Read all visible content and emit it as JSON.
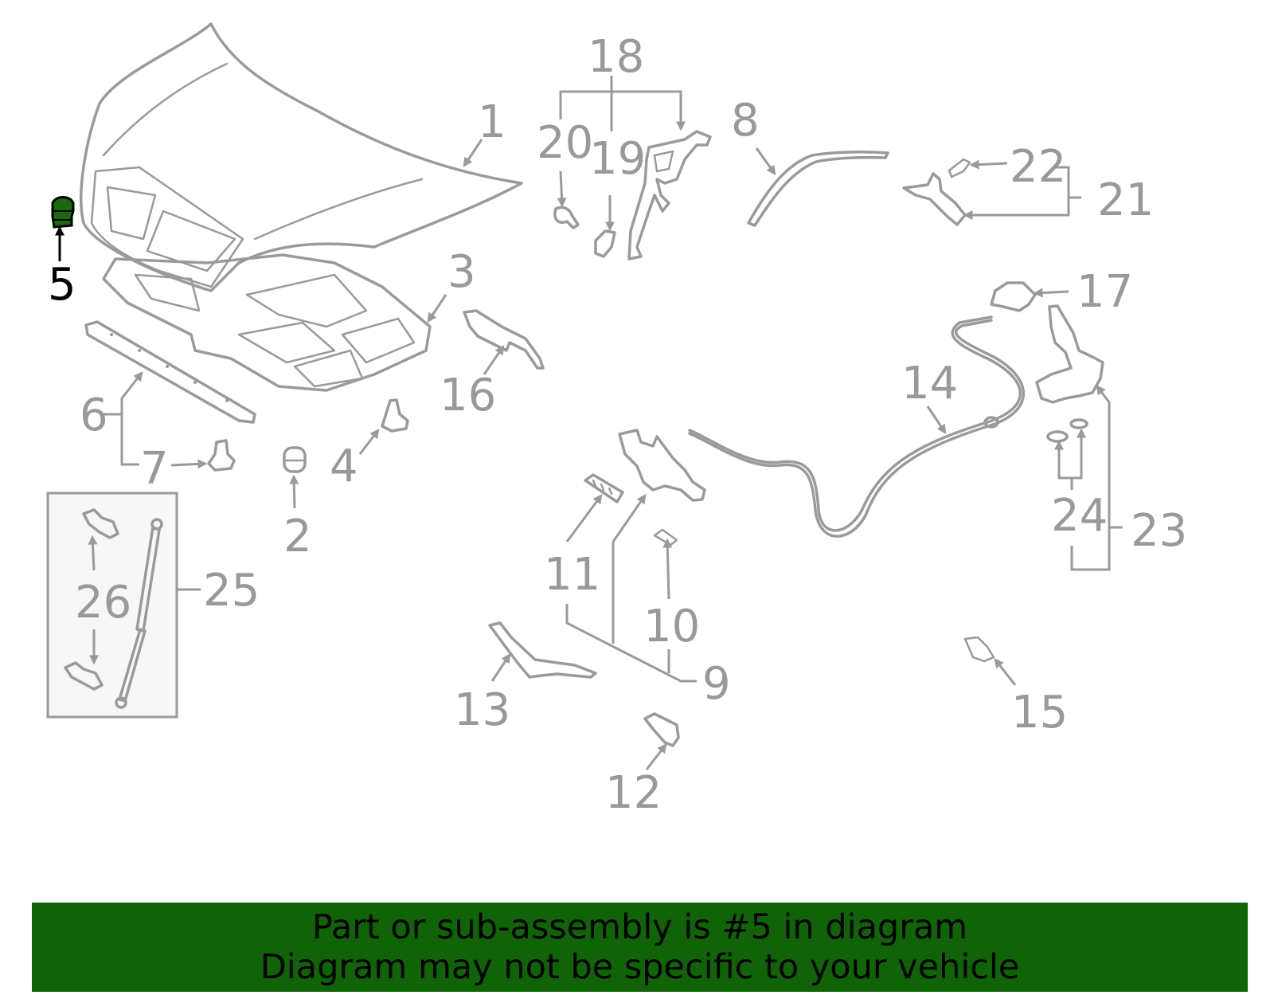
{
  "highlighted_part": "5",
  "callouts": {
    "c1": "1",
    "c2": "2",
    "c3": "3",
    "c4": "4",
    "c5": "5",
    "c6": "6",
    "c7": "7",
    "c8": "8",
    "c9": "9",
    "c10": "10",
    "c11": "11",
    "c12": "12",
    "c13": "13",
    "c14": "14",
    "c15": "15",
    "c16": "16",
    "c17": "17",
    "c18": "18",
    "c19": "19",
    "c20": "20",
    "c21": "21",
    "c22": "22",
    "c23": "23",
    "c24": "24",
    "c25": "25",
    "c26": "26"
  },
  "banner": {
    "line1": "Part or sub-assembly is #5 in diagram",
    "line2": "Diagram may not be specific to your vehicle"
  },
  "colors": {
    "banner_bg": "#116308",
    "part_stroke": "#9a9a9a",
    "highlight_fill": "#1a6b0c"
  }
}
